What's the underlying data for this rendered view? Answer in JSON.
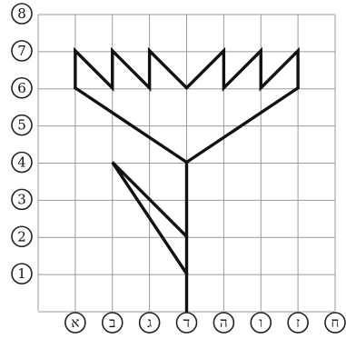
{
  "diagram": {
    "y_labels": [
      "1",
      "2",
      "3",
      "4",
      "5",
      "6",
      "7",
      "8"
    ],
    "x_labels": [
      "א",
      "ב",
      "ג",
      "ד",
      "ה",
      "ו",
      "ז",
      "ח"
    ],
    "figure": {
      "crown": [
        [
          "א",
          6
        ],
        [
          "א",
          7
        ],
        [
          "ב",
          6
        ],
        [
          "ב",
          7
        ],
        [
          "ג",
          6
        ],
        [
          "ג",
          7
        ],
        [
          "ד",
          6
        ],
        [
          "ה",
          7
        ],
        [
          "ה",
          6
        ],
        [
          "ו",
          7
        ],
        [
          "ו",
          6
        ],
        [
          "ז",
          7
        ],
        [
          "ז",
          6
        ]
      ],
      "left_arm": [
        [
          "א",
          6
        ],
        [
          "ד",
          4
        ]
      ],
      "right_arm": [
        [
          "ז",
          6
        ],
        [
          "ד",
          4
        ]
      ],
      "stem": [
        [
          "ד",
          4
        ],
        [
          "ד",
          0
        ]
      ],
      "leaf": [
        [
          "ד",
          2
        ],
        [
          "ב",
          4
        ],
        [
          "ד",
          1
        ]
      ]
    },
    "line_color": "#111111",
    "grid_color": "#9a9a9a"
  }
}
